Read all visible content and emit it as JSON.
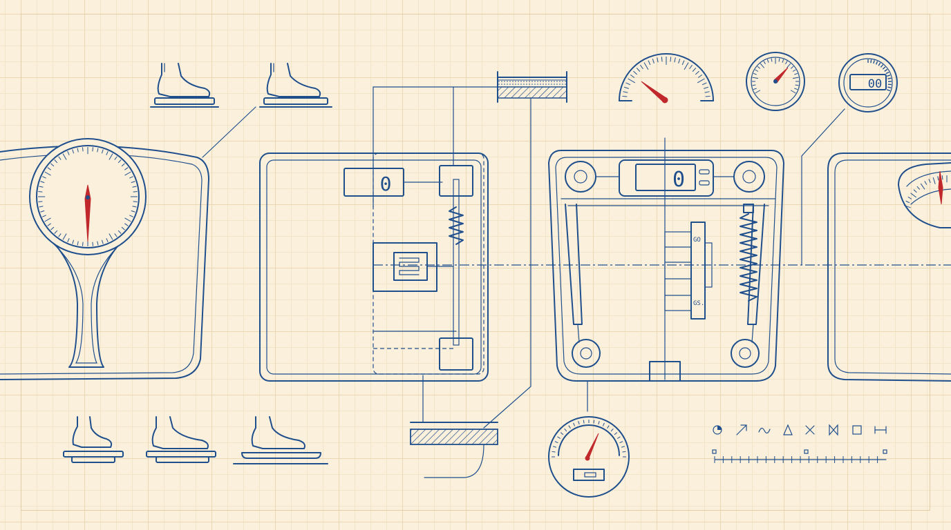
{
  "colors": {
    "paper": "#faf0dc",
    "ink": "#1f4e8c",
    "needle": "#c0282c",
    "grid": "#ead8b4"
  },
  "icons": [
    "foot-on-scale-icon",
    "dial-gauge-icon",
    "digital-display-icon",
    "spring-icon",
    "strain-gauge-icon",
    "pie-symbol-icon",
    "arrow-symbol-icon",
    "wave-symbol-icon",
    "triangle-symbol-icon",
    "cross-symbol-icon",
    "bowtie-symbol-icon",
    "square-symbol-icon",
    "bar-symbol-icon"
  ],
  "displays": {
    "cutaway_readout": "0",
    "digital_scale_readout": "0",
    "top_gauge_readout": "00"
  },
  "annotations": {
    "mechanism_top": "GO",
    "mechanism_bottom": "GS."
  }
}
